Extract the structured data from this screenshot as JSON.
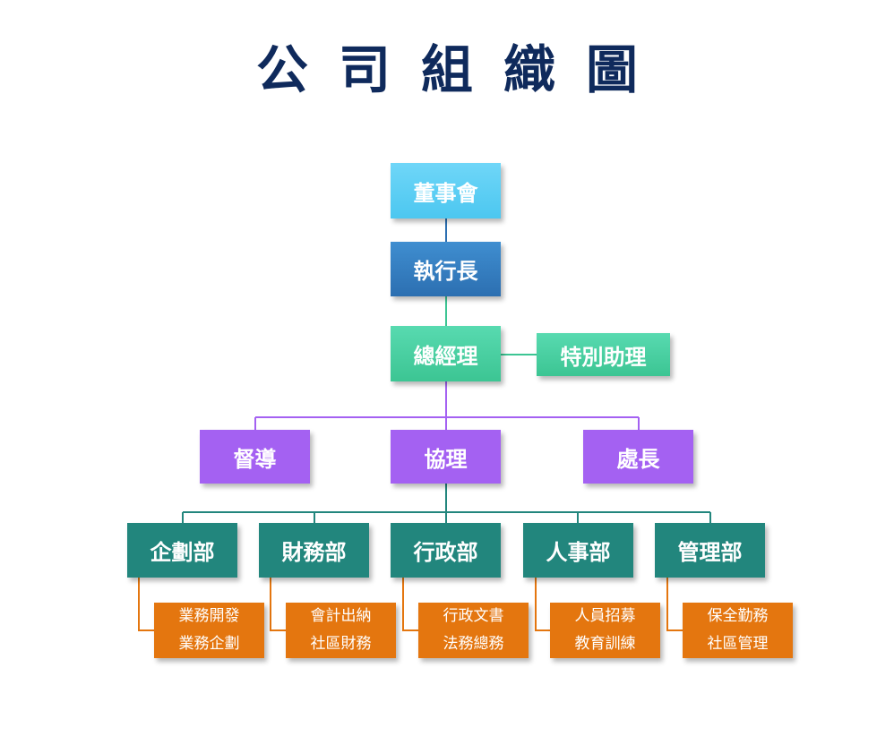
{
  "title": "公司組織圖",
  "nodes": {
    "board": "董事會",
    "ceo": "執行長",
    "general_manager": "總經理",
    "special_assistant": "特別助理",
    "supervisor": "督導",
    "coordinator": "協理",
    "director": "處長"
  },
  "departments": [
    {
      "name": "企劃部",
      "units": [
        "業務開發",
        "業務企劃"
      ]
    },
    {
      "name": "財務部",
      "units": [
        "會計出納",
        "社區財務"
      ]
    },
    {
      "name": "行政部",
      "units": [
        "行政文書",
        "法務總務"
      ]
    },
    {
      "name": "人事部",
      "units": [
        "人員招募",
        "教育訓練"
      ]
    },
    {
      "name": "管理部",
      "units": [
        "保全勤務",
        "社區管理"
      ]
    }
  ],
  "colors": {
    "title": "#0f2a5c",
    "board": "#4cc7f0",
    "ceo": "#2c6fb1",
    "general_manager": "#3cc593",
    "mid_level": "#a461f2",
    "department": "#22867d",
    "unit": "#e4760f"
  }
}
